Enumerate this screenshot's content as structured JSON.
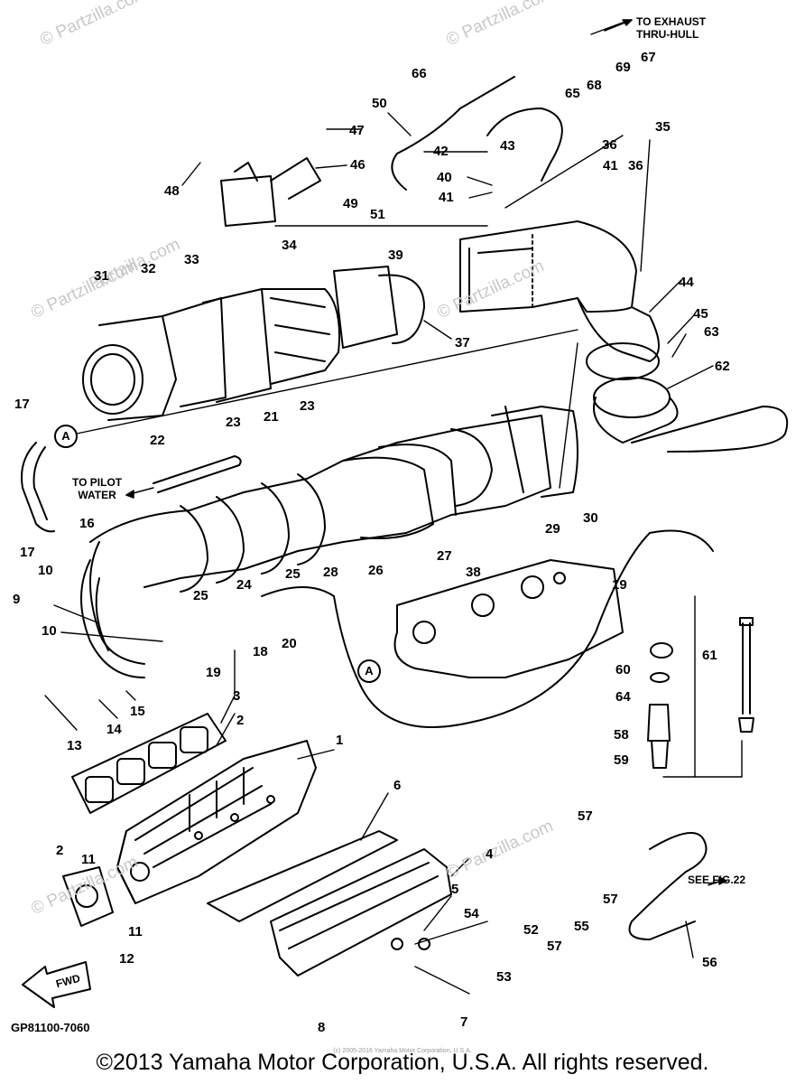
{
  "watermarks": [
    "© Partzilla.com",
    "© Partzilla.com",
    "© Partzilla.com",
    "© Partzilla.com",
    "© Partzilla.com",
    "© Partzilla.com",
    "Partzilla.com"
  ],
  "notes": {
    "exhaust": "TO EXHAUST\nTHRU-HULL",
    "pilot": "TO PILOT\nWATER",
    "see_fig": "SEE FIG.22",
    "fwd": "FWD"
  },
  "connector_label": "A",
  "part_code": "GP81100-7060",
  "small_copyright": "(c) 2005-2016 Yamaha Motor Corporation, U.S.A.",
  "copyright": "©2013 Yamaha Motor Corporation, U.S.A. All rights reserved.",
  "callouts": [
    "1",
    "2",
    "2",
    "3",
    "4",
    "5",
    "6",
    "7",
    "8",
    "9",
    "10",
    "10",
    "11",
    "11",
    "12",
    "13",
    "14",
    "15",
    "16",
    "17",
    "17",
    "18",
    "19",
    "19",
    "20",
    "21",
    "22",
    "23",
    "23",
    "24",
    "25",
    "25",
    "26",
    "27",
    "28",
    "29",
    "30",
    "31",
    "32",
    "33",
    "34",
    "35",
    "36",
    "36",
    "37",
    "38",
    "39",
    "40",
    "41",
    "41",
    "42",
    "43",
    "44",
    "45",
    "46",
    "47",
    "48",
    "49",
    "50",
    "51",
    "52",
    "53",
    "54",
    "55",
    "56",
    "57",
    "57",
    "57",
    "58",
    "59",
    "60",
    "61",
    "62",
    "63",
    "64",
    "65",
    "66",
    "67",
    "68",
    "69"
  ]
}
